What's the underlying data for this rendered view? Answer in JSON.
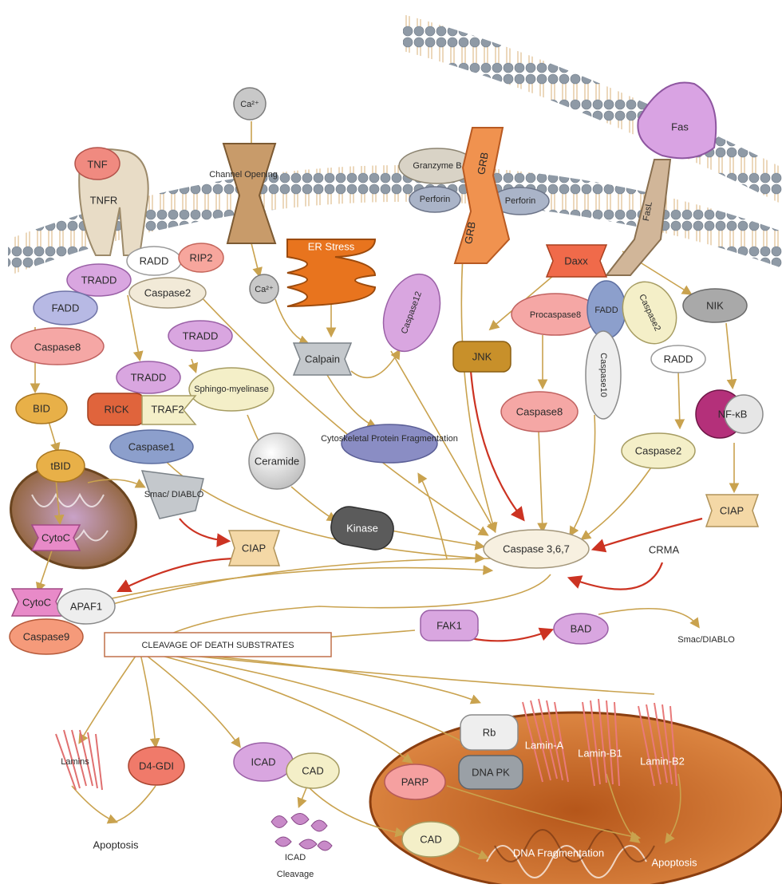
{
  "receptors": {
    "tnf": "TNF",
    "tnfr": "TNFR",
    "ca_ion_top": "Ca²⁺",
    "channel": "Channel Opening",
    "ca_ion_bottom": "Ca²⁺",
    "granzyme": "Granzyme B",
    "grb_top": "GRB",
    "grb_bottom": "GRB",
    "perforin_left": "Perforin",
    "perforin_right": "Perforin",
    "fas": "Fas",
    "fas_stalk": "FasL"
  },
  "cytoplasm": {
    "radd_left": "RADD",
    "rip2": "RIP2",
    "tradd_1": "TRADD",
    "caspase2_left": "Caspase2",
    "fadd_left": "FADD",
    "caspase8_left": "Caspase8",
    "tradd_2": "TRADD",
    "tradd_3": "TRADD",
    "sphingomyelinase": "Sphingo-myelinase",
    "bid": "BID",
    "rick": "RICK",
    "traf2": "TRAF2",
    "caspase1": "Caspase1",
    "tbid": "tBID",
    "ceramide": "Ceramide",
    "smac_diablo": "Smac/ DIABLO",
    "ciap_mid": "CIAP",
    "kinase": "Kinase",
    "er_stress": "ER Stress",
    "calpain": "Calpain",
    "caspase12": "Caspase12",
    "cytoskeletal": "Cytoskeletal Protein Fragmentation",
    "jnk": "JNK",
    "daxx": "Daxx",
    "procaspase8": "Procaspase8",
    "fadd_right": "FADD",
    "caspase2_right": "Caspase2",
    "nik": "NIK",
    "caspase8_right": "Caspase8",
    "caspase10": "Caspase10",
    "radd_right": "RADD",
    "caspase2_low": "Caspase2",
    "nfkb": "NF-κB",
    "ciap_right": "CIAP",
    "caspase367": "Caspase 3,6,7",
    "crma": "CRMA",
    "cytoc_mito": "CytoC",
    "cytoc_apaf": "CytoC",
    "apaf1": "APAF1",
    "caspase9": "Caspase9",
    "fak1": "FAK1",
    "bad": "BAD",
    "smac_bottom": "Smac/DIABLO",
    "cleavage_box": "CLEAVAGE OF DEATH SUBSTRATES"
  },
  "substrates": {
    "laminins": "Lamins",
    "d4gdi": "D4-GDI",
    "icad": "ICAD",
    "cad_top": "CAD",
    "cad_bottom": "CAD",
    "rb": "Rb",
    "parp": "PARP",
    "dnapk": "DNA PK",
    "lamin_a": "Lamin-A",
    "lamin_b1": "Lamin-B1",
    "lamin_b2": "Lamin-B2",
    "dna_frag": "DNA Fragmentation",
    "apoptosis_left": "Apoptosis",
    "apoptosis_right": "Apoptosis",
    "cleavage_icad": "Cleavage",
    "icad_frag": "ICAD"
  },
  "colors": {
    "membrane_head": "#8f9aa6",
    "membrane_tail": "#d9b27a",
    "arrow": "#c9a24e",
    "inhibit_arrow": "#cc3322",
    "nucleus": "#c8651f"
  }
}
